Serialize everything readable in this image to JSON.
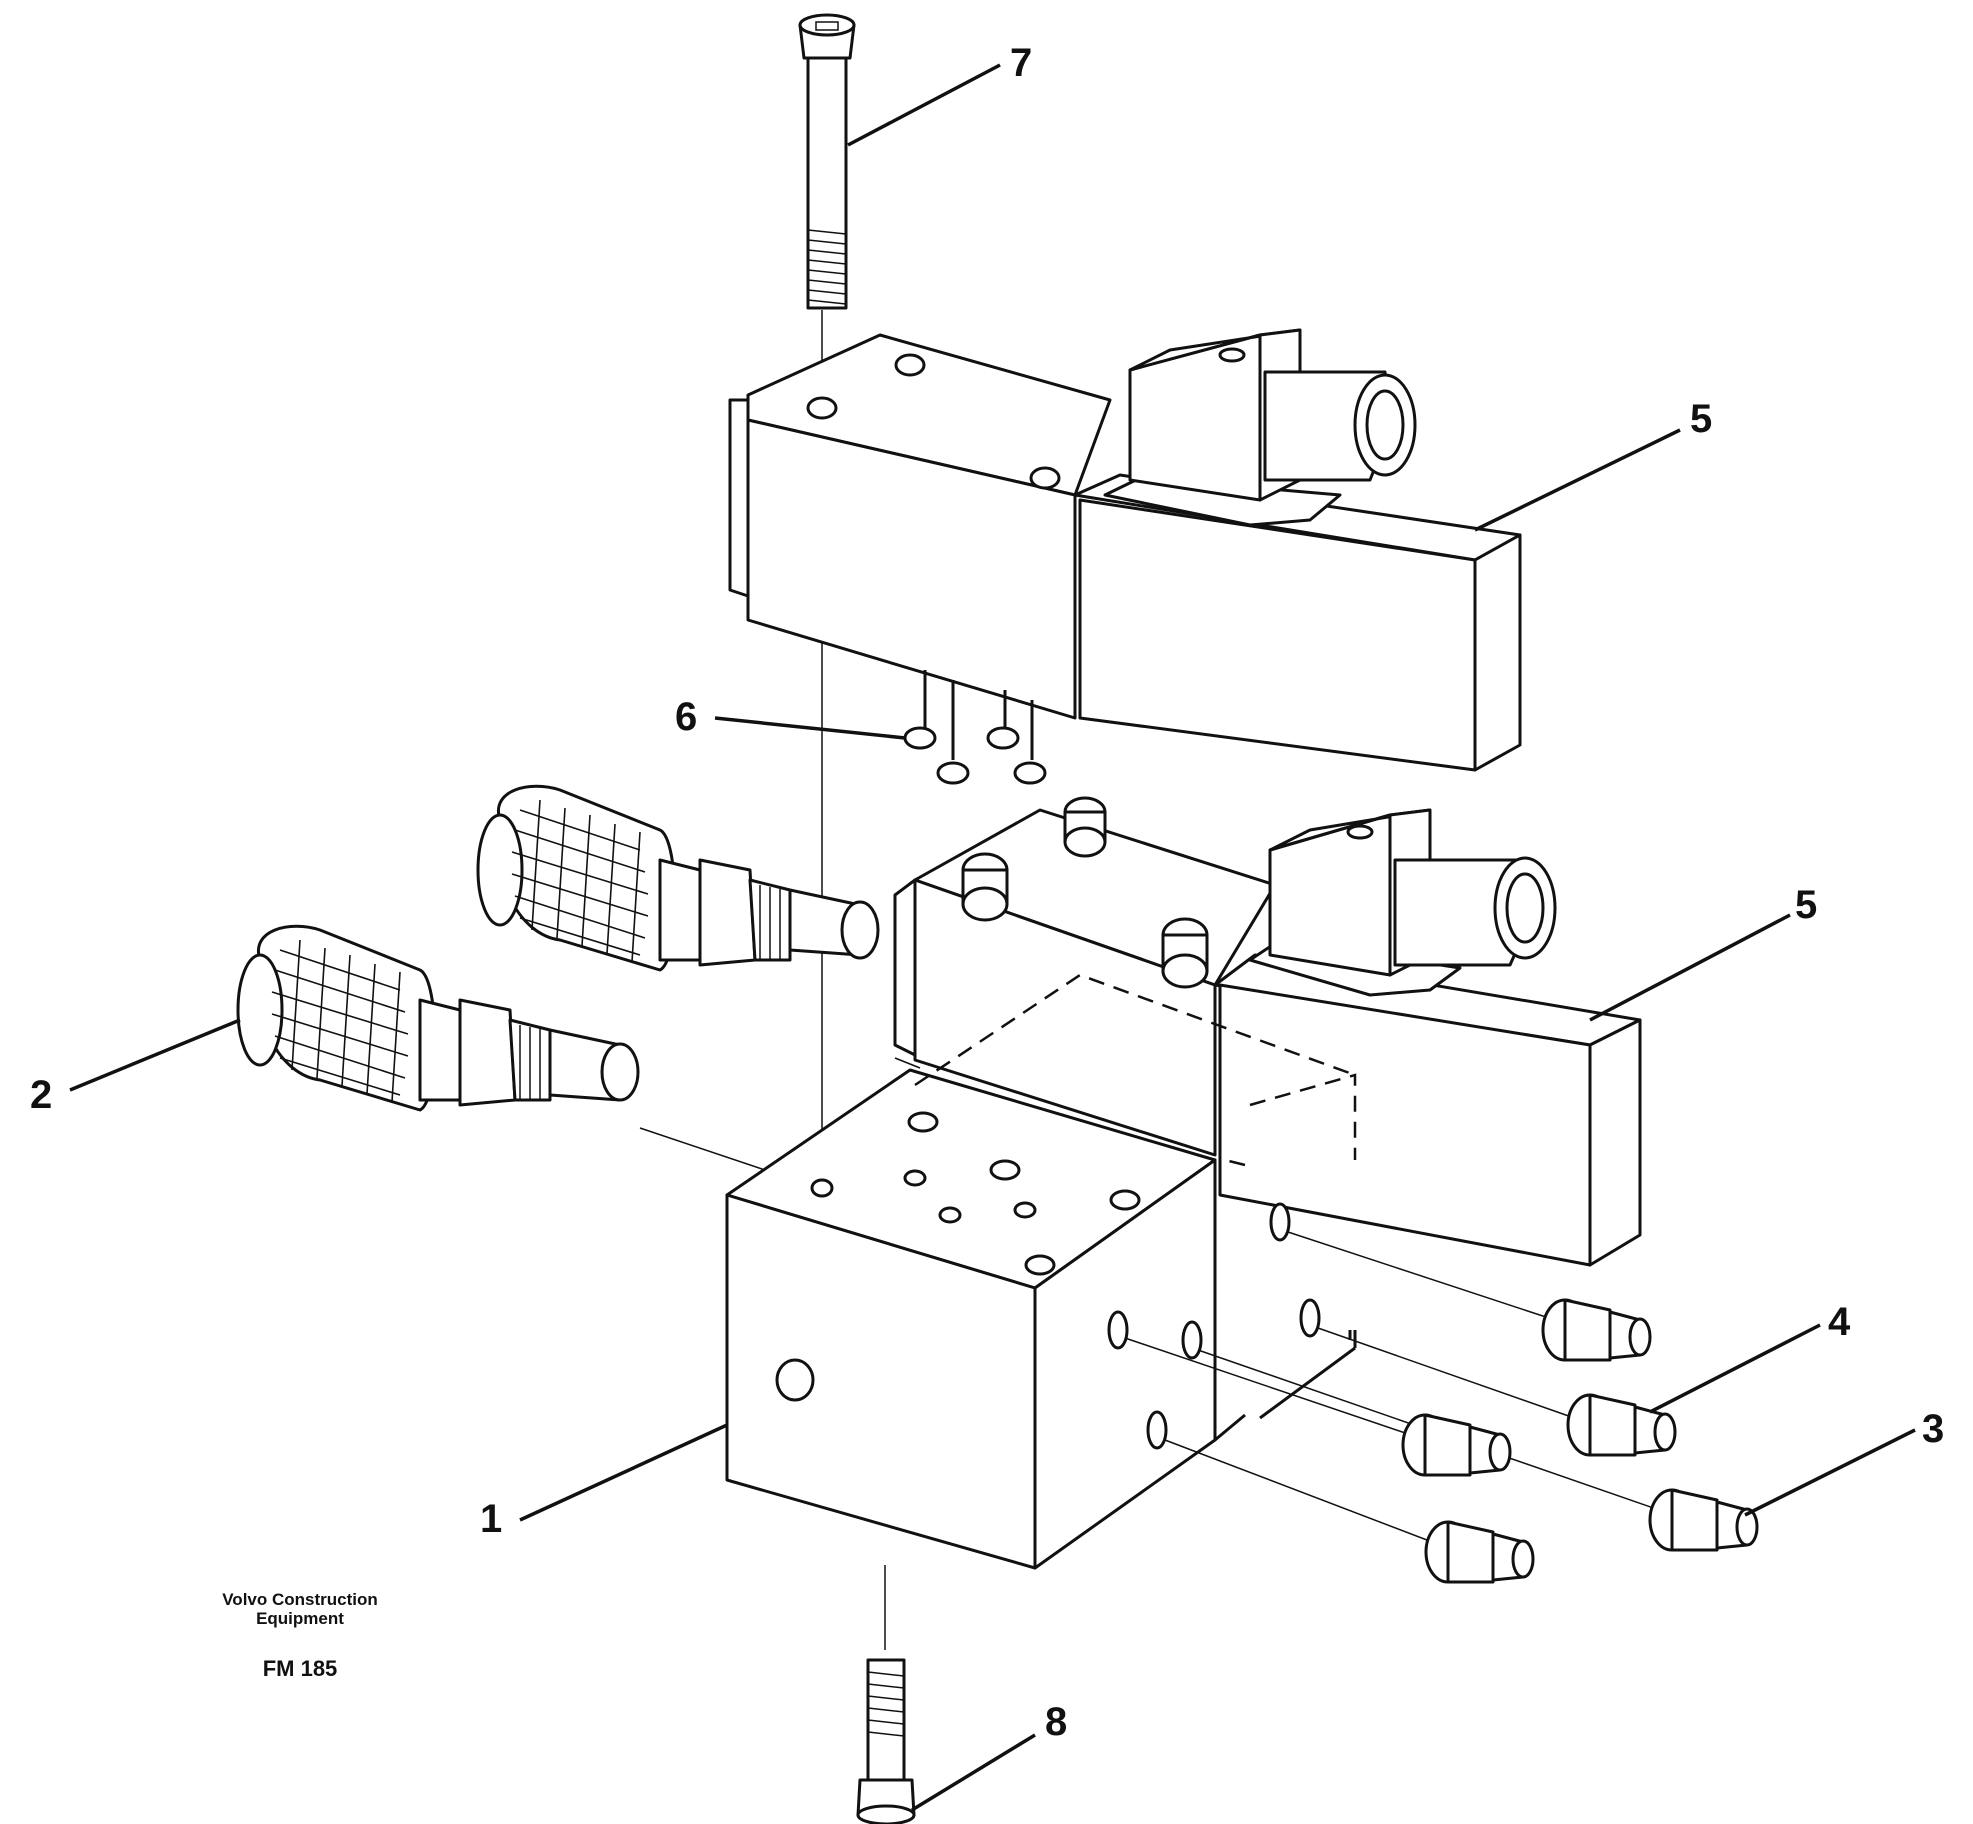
{
  "figure": {
    "company_line1": "Volvo Construction",
    "company_line2": "Equipment",
    "code": "FM 185"
  },
  "callouts": [
    {
      "id": "1",
      "label": "1",
      "part": "valve-block"
    },
    {
      "id": "2",
      "label": "2",
      "part": "pressure-valve-cartridge"
    },
    {
      "id": "3",
      "label": "3",
      "part": "plug"
    },
    {
      "id": "4",
      "label": "4",
      "part": "plug"
    },
    {
      "id": "5a",
      "label": "5",
      "part": "solenoid-valve-upper"
    },
    {
      "id": "5b",
      "label": "5",
      "part": "solenoid-valve-lower"
    },
    {
      "id": "6",
      "label": "6",
      "part": "o-ring"
    },
    {
      "id": "7",
      "label": "7",
      "part": "socket-cap-screw-long"
    },
    {
      "id": "8",
      "label": "8",
      "part": "socket-cap-screw-short"
    }
  ]
}
